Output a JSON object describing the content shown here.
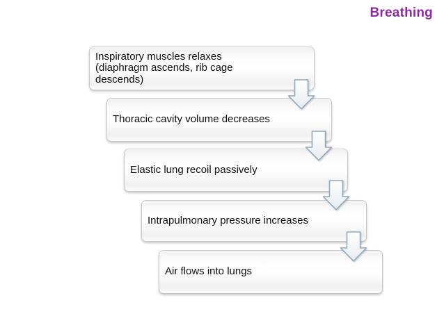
{
  "slide": {
    "title": "Breathing",
    "title_color": "#8B2AA3",
    "background_color": "#ffffff"
  },
  "diagram": {
    "type": "stepped-process-flow",
    "connector": "down-block-arrow",
    "arrow_outline_color": "#95aabd",
    "step_border_color": "#c9c9c9",
    "step_text_color": "#0d0d0d",
    "steps": [
      {
        "label": "Inspiratory muscles relaxes\n(diaphragm ascends, rib cage\ndescends)"
      },
      {
        "label": "Thoracic cavity volume decreases"
      },
      {
        "label": "Elastic lung recoil passively"
      },
      {
        "label": "Intrapulmonary pressure increases"
      },
      {
        "label": "Air flows into lungs"
      }
    ]
  }
}
